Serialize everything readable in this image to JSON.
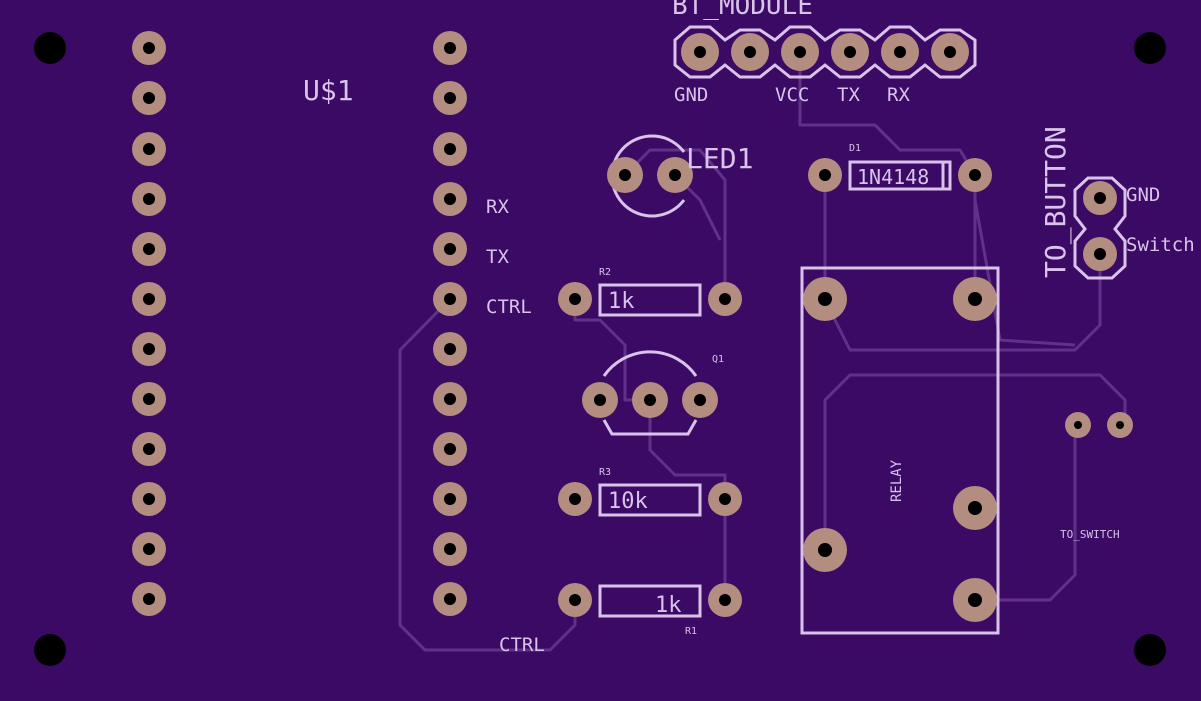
{
  "labels": {
    "header_part": "BT_MODULE",
    "u1": "U$1",
    "led1": "LED1",
    "d1_ref": "D1",
    "d1_value": "1N4148",
    "to_button": "TO_BUTTON",
    "btn_gnd": "GND",
    "btn_switch": "Switch",
    "bt_gnd": "GND",
    "bt_vcc": "VCC",
    "bt_tx": "TX",
    "bt_rx": "RX",
    "u1_rx": "RX",
    "u1_tx": "TX",
    "u1_ctrl": "CTRL",
    "bottom_ctrl": "CTRL",
    "r2_ref": "R2",
    "r2_value": "1k",
    "q1_ref": "Q1",
    "r3_ref": "R3",
    "r3_value": "10k",
    "r1_ref": "R1",
    "r1_value": "1k",
    "relay": "RELAY",
    "to_switch": "TO_SWITCH"
  },
  "colors": {
    "board": "#3a0a64",
    "trace": "#61318a",
    "silkscreen": "#d9c3ea",
    "pad": "#b38d7f",
    "drill": "#000000"
  }
}
